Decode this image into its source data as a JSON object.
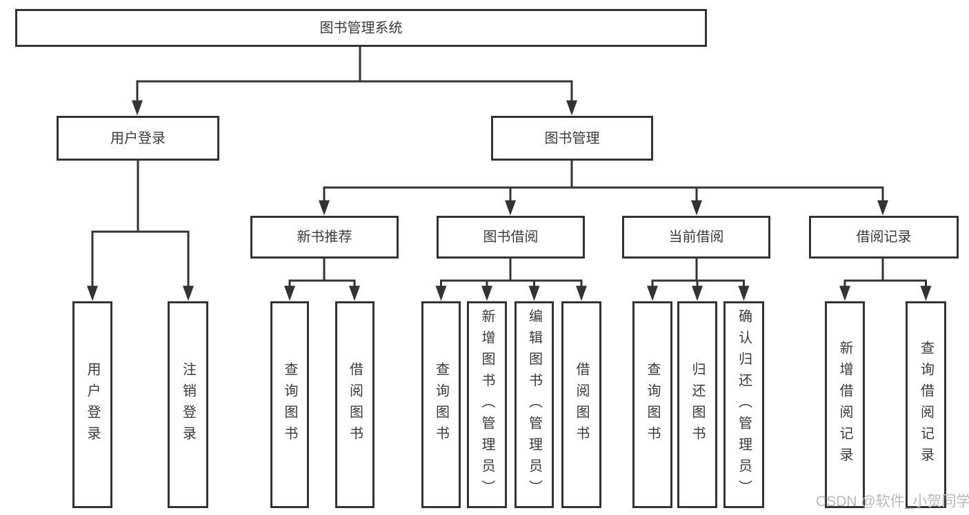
{
  "tree": {
    "label": "图书管理系统",
    "children": [
      {
        "label": "用户登录",
        "children": [
          {
            "label": "用户登录"
          },
          {
            "label": "注销登录"
          }
        ]
      },
      {
        "label": "图书管理",
        "children": [
          {
            "label": "新书推荐",
            "children": [
              {
                "label": "查询图书"
              },
              {
                "label": "借阅图书"
              }
            ]
          },
          {
            "label": "图书借阅",
            "children": [
              {
                "label": "查询图书"
              },
              {
                "label": "新增图书（管理员）"
              },
              {
                "label": "编辑图书（管理员）"
              },
              {
                "label": "借阅图书"
              }
            ]
          },
          {
            "label": "当前借阅",
            "children": [
              {
                "label": "查询图书"
              },
              {
                "label": "归还图书"
              },
              {
                "label": "确认归还（管理员）"
              }
            ]
          },
          {
            "label": "借阅记录",
            "children": [
              {
                "label": "新增借阅记录"
              },
              {
                "label": "查询借阅记录"
              }
            ]
          }
        ]
      }
    ]
  },
  "watermark": {
    "text": "CSDN @软件_小贺同学"
  },
  "colors": {
    "line": "#333333",
    "box_border": "#333333",
    "text": "#3a3a3a",
    "watermark": "#b9b9b9",
    "background": "#ffffff"
  }
}
